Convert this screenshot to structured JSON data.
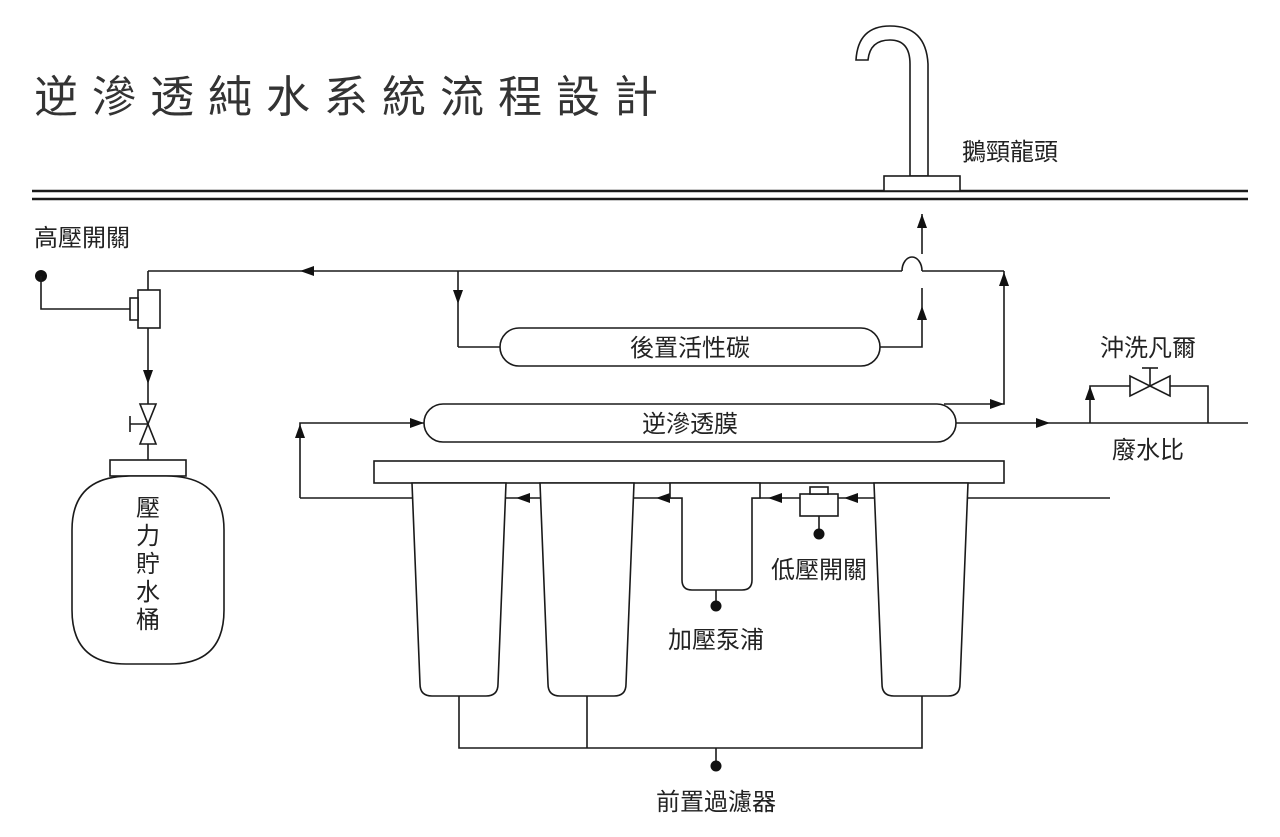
{
  "title": "逆滲透純水系統流程設計",
  "labels": {
    "faucet": "鵝頸龍頭",
    "high_pressure_switch": "高壓開關",
    "post_carbon": "後置活性碳",
    "flush_valve": "沖洗凡爾",
    "ro_membrane": "逆滲透膜",
    "waste_ratio": "廢水比",
    "tank": "壓力貯水桶",
    "low_pressure_switch": "低壓開關",
    "booster_pump": "加壓泵浦",
    "pre_filters": "前置過濾器"
  },
  "colors": {
    "line": "#1a1a1a",
    "title": "#333333",
    "background": "#ffffff"
  }
}
